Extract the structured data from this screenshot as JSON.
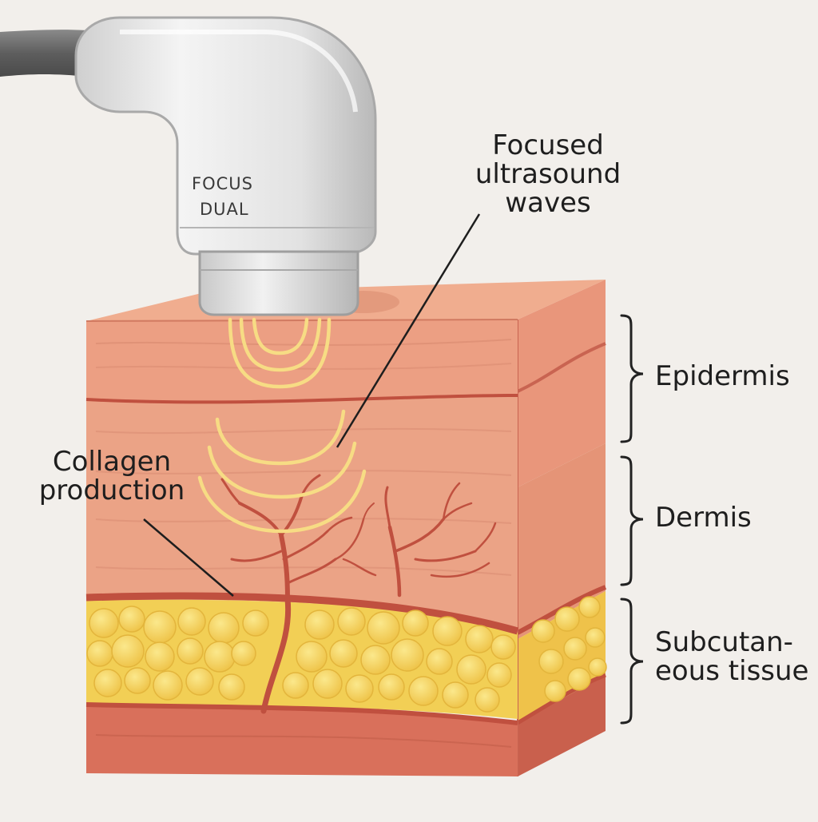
{
  "device": {
    "brand_line1": "FOCUS",
    "brand_line2": "DUAL"
  },
  "labels": {
    "focused_ultrasound": [
      "Focused",
      "ultrasound",
      "waves"
    ],
    "collagen": [
      "Collagen",
      "production"
    ],
    "epidermis": "Epidermis",
    "dermis": "Dermis",
    "subcutaneous": [
      "Subcutan-",
      "eous tissue"
    ]
  },
  "colors": {
    "background": "#f2efeb",
    "epidermis": "#ec9f83",
    "dermis": "#eba386",
    "fat": "#f2cf55",
    "lower_layer": "#d9705b",
    "vessel": "#c0503f",
    "ultrasound_wave": "#f7dc84",
    "device_body": "#e3e3e3",
    "cable": "#6b6b6b"
  }
}
